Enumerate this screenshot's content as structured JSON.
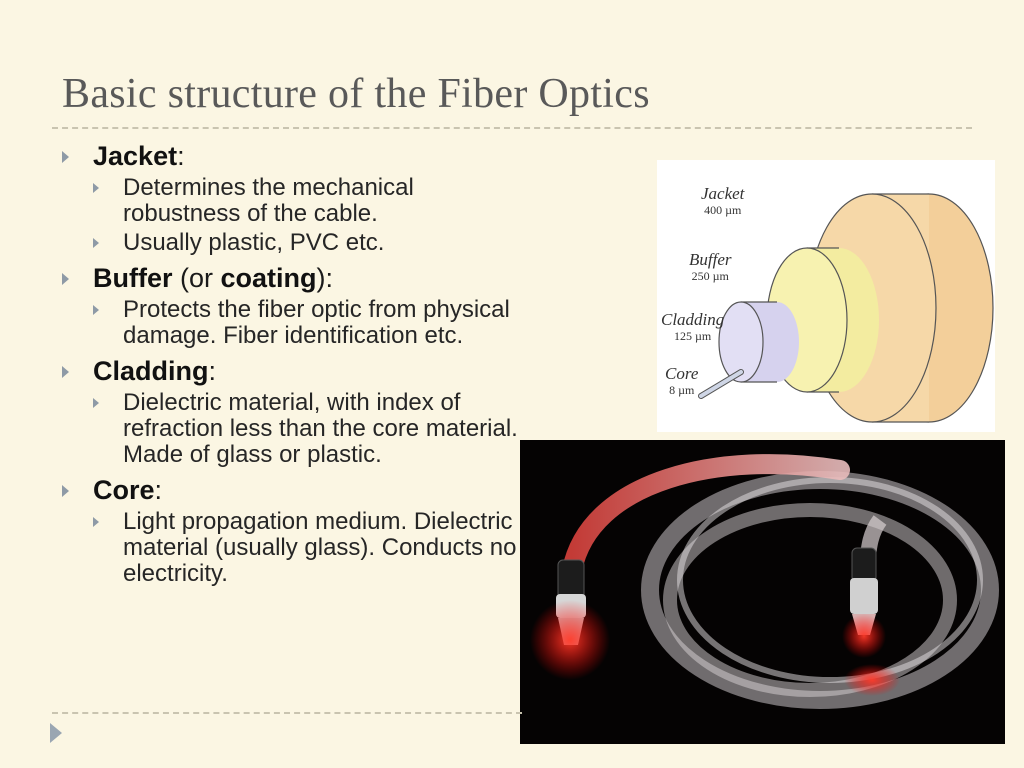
{
  "title": "Basic structure of the Fiber Optics",
  "bullets": [
    {
      "term": "Jacket",
      "suffix": ":",
      "subs": [
        "Determines the mechanical robustness of the cable.",
        "Usually plastic, PVC etc."
      ]
    },
    {
      "term": "Buffer",
      "middle_plain": " (or ",
      "middle_bold": "coating",
      "suffix": "):",
      "subs": [
        "Protects the fiber optic from physical damage. Fiber identification etc."
      ]
    },
    {
      "term": "Cladding",
      "suffix": ":",
      "subs": [
        "Dielectric material, with index of refraction less than the core material. Made of glass or plastic."
      ]
    },
    {
      "term": "Core",
      "suffix": ":",
      "subs": [
        "Light propagation medium. Dielectric material (usually glass). Conducts no electricity."
      ]
    }
  ],
  "diagram": {
    "labels": [
      {
        "name": "Jacket",
        "size": "400 µm"
      },
      {
        "name": "Buffer",
        "size": "250 µm"
      },
      {
        "name": "Cladding",
        "size": "125 µm"
      },
      {
        "name": "Core",
        "size": "8 µm"
      }
    ],
    "colors": {
      "jacket": "#f6d8a8",
      "buffer": "#f7f2b0",
      "cladding": "#d9d6ef",
      "core": "#cfd6e6"
    }
  }
}
